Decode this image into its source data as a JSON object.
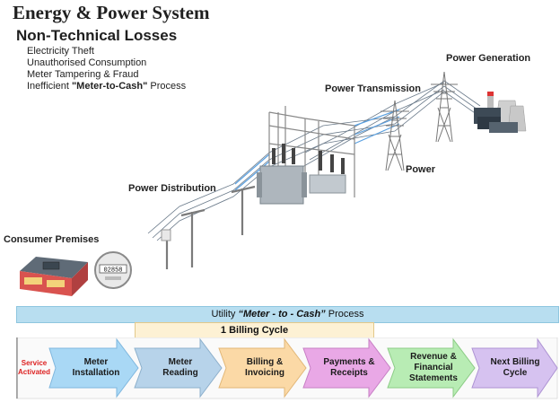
{
  "header": {
    "title": "Energy & Power System",
    "subtitle": "Non-Technical Losses",
    "losses": [
      {
        "text": "Electricity Theft"
      },
      {
        "text": "Unauthorised Consumption"
      },
      {
        "text": "Meter Tampering & Fraud"
      },
      {
        "pre": "Inefficient ",
        "bold": "\"Meter-to-Cash\"",
        "post": " Process"
      }
    ]
  },
  "diagram": {
    "power_generation": "Power Generation",
    "power_transmission": "Power Transmission",
    "power": "Power",
    "power_distribution": "Power Distribution",
    "consumer_premises": "Consumer Premises",
    "meter_display": "02858"
  },
  "process": {
    "header_pre": "Utility ",
    "header_bold": "“Meter - to - Cash”",
    "header_post": " Process",
    "billing_cycle": "1 Billing Cycle",
    "steps": [
      {
        "line1": "Service",
        "line2": "Activated"
      },
      {
        "line1": "Meter",
        "line2": "Installation"
      },
      {
        "line1": "Meter",
        "line2": "Reading"
      },
      {
        "line1": "Billing &",
        "line2": "Invoicing"
      },
      {
        "line1": "Payments &",
        "line2": "Receipts"
      },
      {
        "line1": "Revenue &",
        "line2": "Financial",
        "line3": "Statements"
      },
      {
        "line1": "Next Billing",
        "line2": "Cycle"
      }
    ],
    "colors": {
      "meter_installation": "#a9d8f5",
      "meter_reading": "#b7d3ea",
      "billing": "#fbd9a6",
      "payments": "#e9a8e6",
      "revenue": "#b8ecb4",
      "next_cycle": "#d6c2f0"
    }
  }
}
